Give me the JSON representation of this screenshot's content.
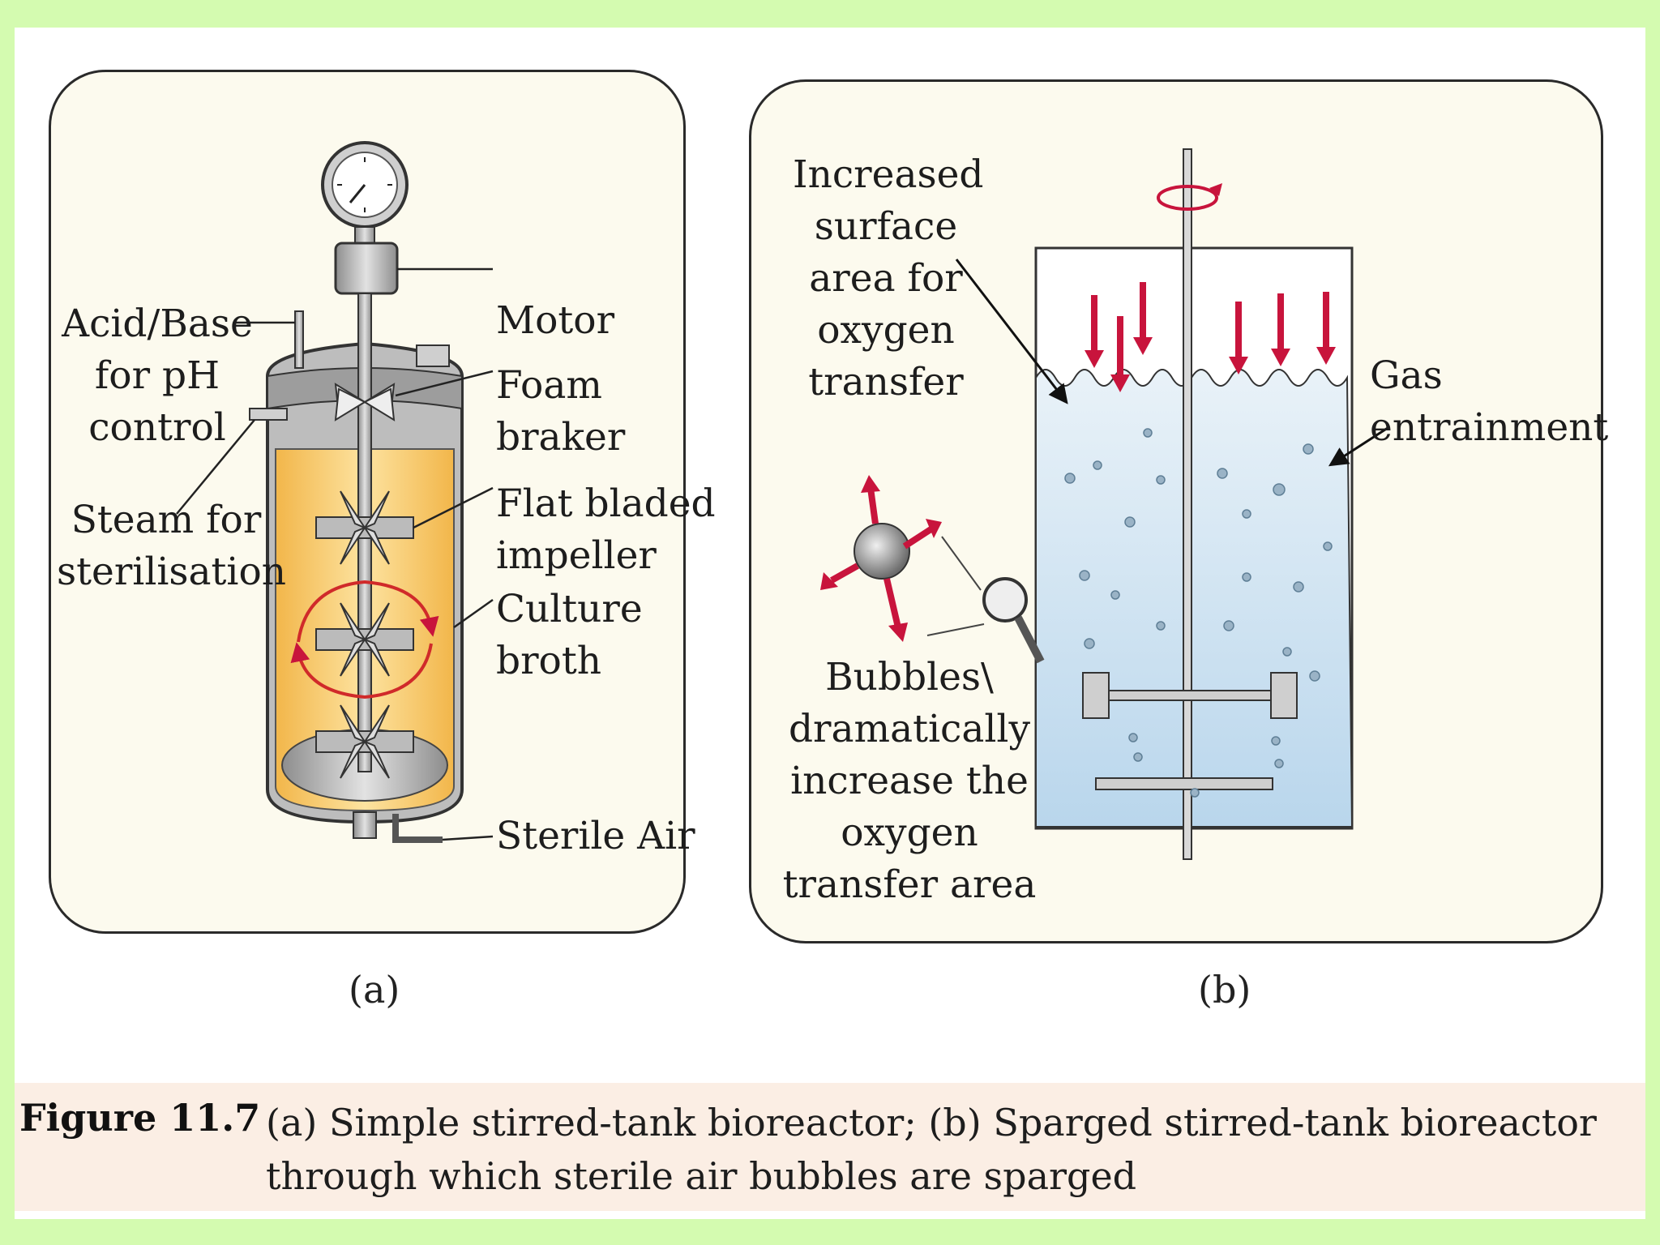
{
  "panel_a": {
    "labels": {
      "acid_base": "Acid/Base\nfor pH\ncontrol",
      "steam": "Steam for\nsterilisation",
      "motor": "Motor",
      "foam_braker": "Foam\nbraker",
      "flat_bladed_impeller": "Flat bladed\nimpeller",
      "culture_broth": "Culture\nbroth",
      "sterile_air": "Sterile Air"
    },
    "sublabel": "(a)"
  },
  "panel_b": {
    "labels": {
      "increased_surface": "Increased\nsurface\narea for\noxygen\ntransfer",
      "gas_entrainment": "Gas\nentrainment",
      "bubbles": "Bubbles\\\ndramatically\nincrease the\noxygen\ntransfer area"
    },
    "sublabel": "(b)"
  },
  "caption": {
    "label": "Figure 11.7",
    "text": "(a) Simple stirred-tank bioreactor; (b) Sparged stirred-tank bioreactor through which sterile air bubbles are sparged"
  },
  "colors": {
    "page_border": "#d4fbb0",
    "panel_bg": "#fcfaee",
    "broth": "#f7c866",
    "liquid": "#cfe4f2",
    "arrow_red": "#c8143c",
    "caption_bg": "#fbeee4"
  }
}
